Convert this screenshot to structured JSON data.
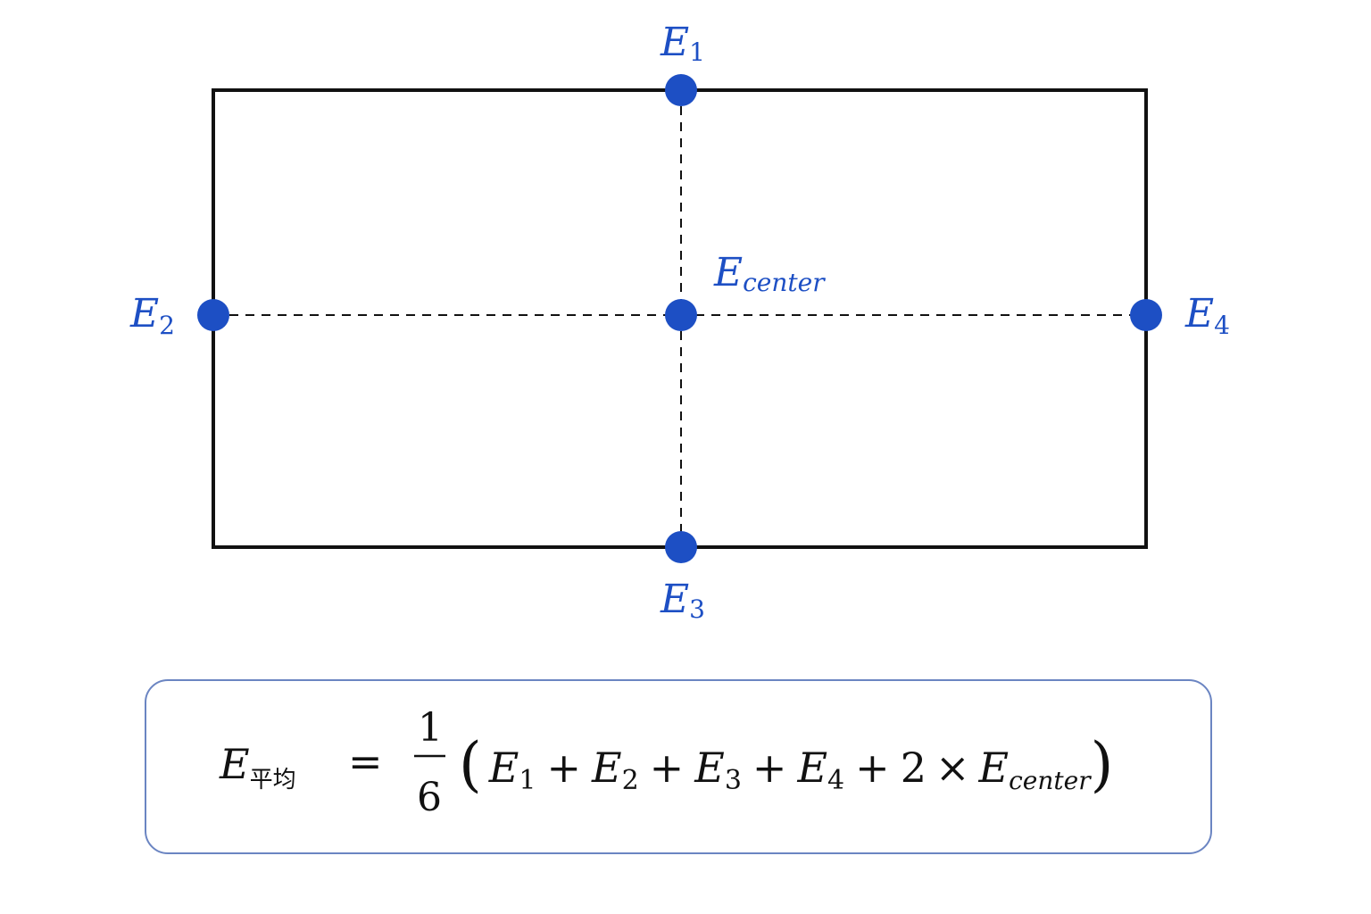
{
  "points": {
    "e1": {
      "main": "E",
      "sub": "1"
    },
    "e2": {
      "main": "E",
      "sub": "2"
    },
    "e3": {
      "main": "E",
      "sub": "3"
    },
    "e4": {
      "main": "E",
      "sub": "4"
    },
    "center": {
      "main": "E",
      "sub": "center"
    }
  },
  "formula": {
    "lhs_main": "E",
    "lhs_sub": "平均",
    "equals": "=",
    "frac_num": "1",
    "frac_den": "6",
    "lparen": "(",
    "rparen": ")",
    "t1_main": "E",
    "t1_sub": "1",
    "plus1": "+",
    "t2_main": "E",
    "t2_sub": "2",
    "plus2": "+",
    "t3_main": "E",
    "t3_sub": "3",
    "plus3": "+",
    "t4_main": "E",
    "t4_sub": "4",
    "plus4": "+",
    "coef": "2",
    "times": "×",
    "t5_main": "E",
    "t5_sub": "center"
  },
  "colors": {
    "point": "#1d4fc4",
    "outline": "#111111",
    "box_border": "#6b85c2"
  }
}
